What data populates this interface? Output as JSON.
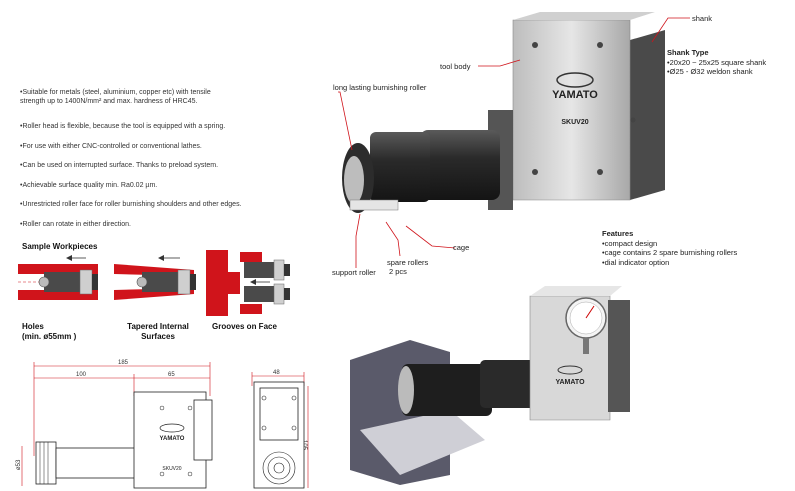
{
  "features_left": [
    "•Suitable for metals (steel, aluminium, copper etc) with tensile",
    "strength up to 1400N/mm² and max. hardness of HRC45.",
    "•Roller head is flexible, because the tool is equipped with a spring.",
    "•For use with either CNC-controlled or conventional lathes.",
    "•Can be used on interrupted surface. Thanks to preload system.",
    "•Achievable surface quality min. Ra0.02 µm.",
    "•Unrestricted roller face for roller burnishing shoulders and other edges.",
    "•Roller can rotate in either direction."
  ],
  "sample": {
    "heading": "Sample Workpieces",
    "holes_line1": "Holes",
    "holes_line2": "(min. ø55mm )",
    "tapered_line1": "Tapered Internal",
    "tapered_line2": "Surfaces",
    "grooves": "Grooves on Face"
  },
  "dimensions": {
    "overall": "185",
    "shank_len": "100",
    "body_len": "65",
    "side_width": "48",
    "height": "105",
    "diameter": "ø53"
  },
  "callouts": {
    "shank": "shank",
    "tool_body": "tool body",
    "roller": "long lasting burnishing roller",
    "cage": "cage",
    "spare_line1": "spare rollers",
    "spare_line2": "2 pcs",
    "support": "support roller"
  },
  "shank_type": {
    "title": "Shank Type",
    "line1": "•20x20 ~ 25x25 square shank",
    "line2": "•Ø25 - Ø32 weldon shank"
  },
  "features": {
    "title": "Features",
    "line1": "•compact design",
    "line2": "•cage contains 2 spare burnishing rollers",
    "line3": "•dial indicator option"
  },
  "product": {
    "brand": "YAMATO",
    "model": "SKUV20"
  },
  "colors": {
    "accent_red": "#d0141b",
    "metal_light": "#d9d9d9",
    "metal_dark": "#2e2e2e"
  }
}
